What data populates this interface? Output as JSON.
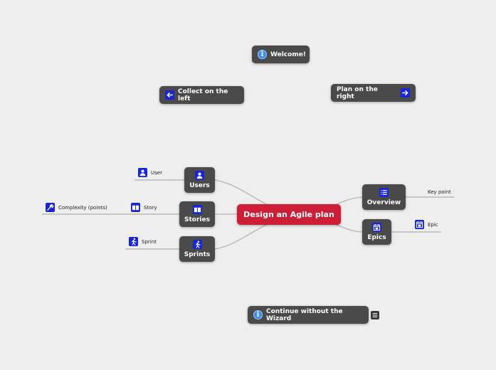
{
  "welcome": {
    "label": "Welcome!",
    "icon": "info-icon"
  },
  "collect": {
    "label": "Collect on the left",
    "icon": "arrow-left-icon"
  },
  "plan": {
    "label": "Plan on the right",
    "icon": "arrow-right-icon"
  },
  "central": {
    "label": "Design an Agile plan",
    "color": "#cc1e36"
  },
  "branches": {
    "users": {
      "label": "Users",
      "icon": "user-icon",
      "leaf": {
        "label": "User",
        "icon": "user-icon"
      }
    },
    "stories": {
      "label": "Stories",
      "icon": "book-icon",
      "leaf": {
        "label": "Story",
        "icon": "book-icon"
      },
      "leaf2": {
        "label": "Complexity (points)",
        "icon": "wrench-icon"
      }
    },
    "sprints": {
      "label": "Sprints",
      "icon": "runner-icon",
      "leaf": {
        "label": "Sprint",
        "icon": "runner-icon"
      }
    },
    "overview": {
      "label": "Overview",
      "icon": "list-icon",
      "leaf": {
        "label": "Key point"
      }
    },
    "epics": {
      "label": "Epics",
      "icon": "calendar-icon",
      "leaf": {
        "label": "Epic",
        "icon": "calendar-icon"
      }
    }
  },
  "continue": {
    "label": "Continue without the Wizard",
    "icon": "info-icon",
    "menu_icon": "menu-icon"
  },
  "colors": {
    "node_bg": "#4a4a4a",
    "icon_bg": "#1a26d6",
    "background": "#eeeeee"
  }
}
